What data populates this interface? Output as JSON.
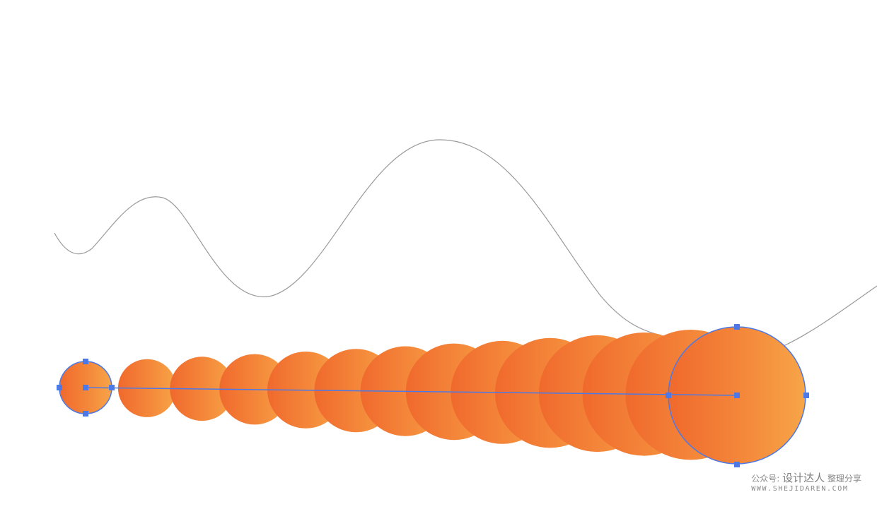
{
  "colors": {
    "background": "#ffffff",
    "path_stroke": "#9a9a9a",
    "selection": "#4d79e6",
    "gradient_orange": "#f0692d",
    "gradient_light": "#f7a548"
  },
  "artwork": {
    "blend_step_count": 14,
    "path_shape": "wavy-open-curve",
    "blend_object": "gradient-circle"
  },
  "selection": {
    "start_object_selected": true,
    "end_object_selected": true
  },
  "watermark": {
    "prefix": "公众号:",
    "brand": "设计达人",
    "suffix": "整理分享",
    "url": "WWW.SHEJIDAREN.COM"
  }
}
